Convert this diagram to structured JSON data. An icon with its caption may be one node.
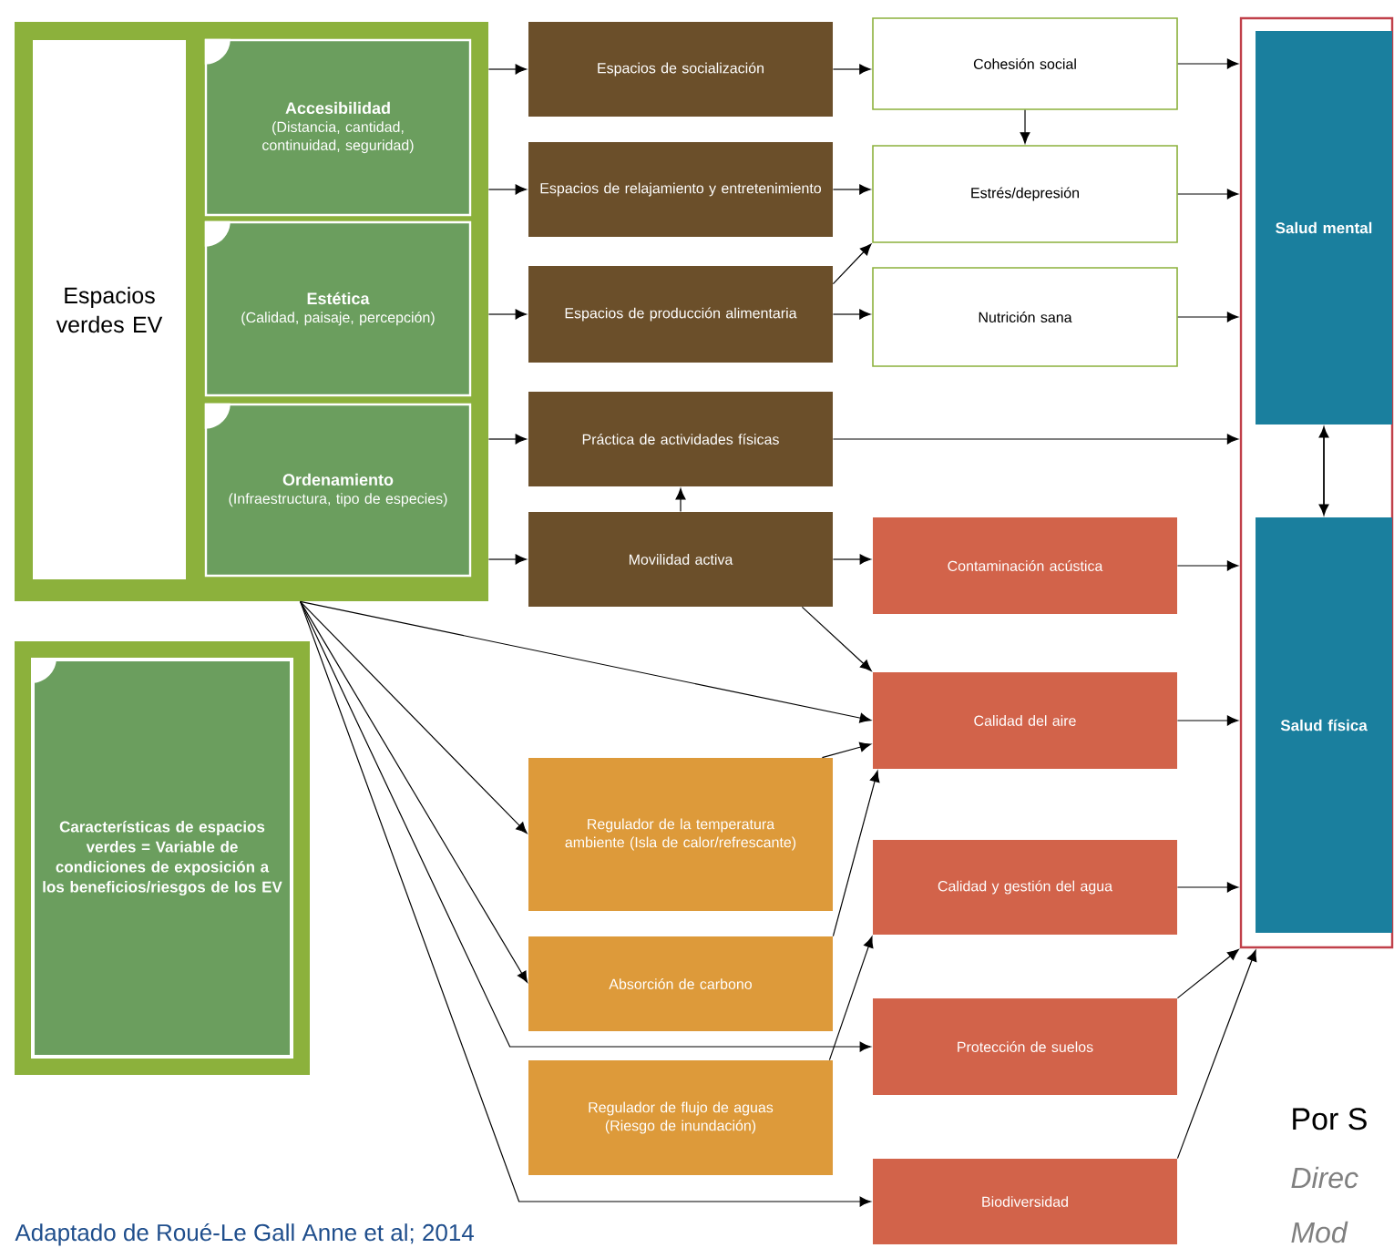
{
  "diagram": {
    "caption": "Adaptado de Roué-Le Gall Anne et al; 2014",
    "nodes": [
      {
        "text": [],
        "shape": "box"
      },
      {
        "text": [
          "Espacios verdes EV"
        ],
        "in": 0
      },
      {
        "text": [
          "Accesibilidad",
          "(Distancia, cantidad, continuidad, seguridad)"
        ],
        "in": 0
      },
      {
        "text": [
          "Estética",
          "(Calidad, paisaje, percepción)"
        ],
        "in": 0
      },
      {
        "text": [
          "Ordenamiento",
          "(Infraestructura, tipo de especies)"
        ],
        "in": 0
      },
      {
        "text": [
          "Características de espacios verdes = Variable de condiciones de exposición a los beneficios/riesgos de los EV"
        ]
      },
      {
        "text": [
          "Espacios de socialización"
        ]
      },
      {
        "text": [
          "Espacios de relajamiento y entretenimiento"
        ]
      },
      {
        "text": [
          "Espacios de producción alimentaria"
        ]
      },
      {
        "text": [
          "Práctica de actividades físicas"
        ]
      },
      {
        "text": [
          "Movilidad activa"
        ]
      },
      {
        "text": [
          "Regulador de la temperatura ambiente (Isla de calor/refrescante)"
        ]
      },
      {
        "text": [
          "Absorción de carbono"
        ]
      },
      {
        "text": [
          "Regulador de flujo de aguas (Riesgo de inundación)"
        ]
      },
      {
        "text": [
          "Cohesión social"
        ]
      },
      {
        "text": [
          "Estrés/depresión"
        ]
      },
      {
        "text": [
          "Nutrición sana"
        ]
      },
      {
        "text": [
          "Contaminación acústica"
        ]
      },
      {
        "text": [
          "Calidad del aire"
        ]
      },
      {
        "text": [
          "Calidad y gestión del agua"
        ]
      },
      {
        "text": [
          "Protección de suelos"
        ]
      },
      {
        "text": [
          "Biodiversidad"
        ]
      },
      {
        "text": [],
        "shape": "box"
      },
      {
        "text": [
          "Salud mental"
        ],
        "in": 22
      },
      {
        "text": [
          "Salud física"
        ],
        "in": 22
      }
    ],
    "edges": [
      {
        "from": 0,
        "to": 6,
        "arrow": "to"
      },
      {
        "from": 0,
        "to": 7,
        "arrow": "to"
      },
      {
        "from": 0,
        "to": 8,
        "arrow": "to"
      },
      {
        "from": 0,
        "to": 9,
        "arrow": "to"
      },
      {
        "from": 0,
        "to": 10,
        "arrow": "to"
      },
      {
        "from": 6,
        "to": 14,
        "arrow": "to"
      },
      {
        "from": 7,
        "to": 15,
        "arrow": "to"
      },
      {
        "from": 8,
        "to": 15,
        "arrow": "to"
      },
      {
        "from": 8,
        "to": 16,
        "arrow": "to"
      },
      {
        "from": 14,
        "to": 15,
        "arrow": "to"
      },
      {
        "from": 10,
        "to": 9,
        "arrow": "to"
      },
      {
        "from": 10,
        "to": 17,
        "arrow": "to"
      },
      {
        "from": 10,
        "to": 18,
        "arrow": "to"
      },
      {
        "from": 0,
        "to": 18,
        "arrow": "to"
      },
      {
        "from": 0,
        "to": 11,
        "arrow": "to"
      },
      {
        "from": 0,
        "to": 12,
        "arrow": "to"
      },
      {
        "from": 0,
        "to": 20,
        "arrow": "to"
      },
      {
        "from": 0,
        "to": 21,
        "arrow": "to"
      },
      {
        "from": 11,
        "to": 18,
        "arrow": "to"
      },
      {
        "from": 12,
        "to": 18,
        "arrow": "to"
      },
      {
        "from": 13,
        "to": 19,
        "arrow": "to"
      },
      {
        "from": 14,
        "to": 22,
        "arrow": "to"
      },
      {
        "from": 15,
        "to": 22,
        "arrow": "to"
      },
      {
        "from": 16,
        "to": 22,
        "arrow": "to"
      },
      {
        "from": 9,
        "to": 22,
        "arrow": "to"
      },
      {
        "from": 17,
        "to": 22,
        "arrow": "to"
      },
      {
        "from": 18,
        "to": 22,
        "arrow": "to"
      },
      {
        "from": 19,
        "to": 22,
        "arrow": "to"
      },
      {
        "from": 20,
        "to": 22,
        "arrow": "to"
      },
      {
        "from": 21,
        "to": 22,
        "arrow": "to"
      },
      {
        "from": 23,
        "to": 24,
        "arrow": "both"
      }
    ],
    "labels": [
      "Por S",
      "Direc",
      "Mod"
    ]
  }
}
